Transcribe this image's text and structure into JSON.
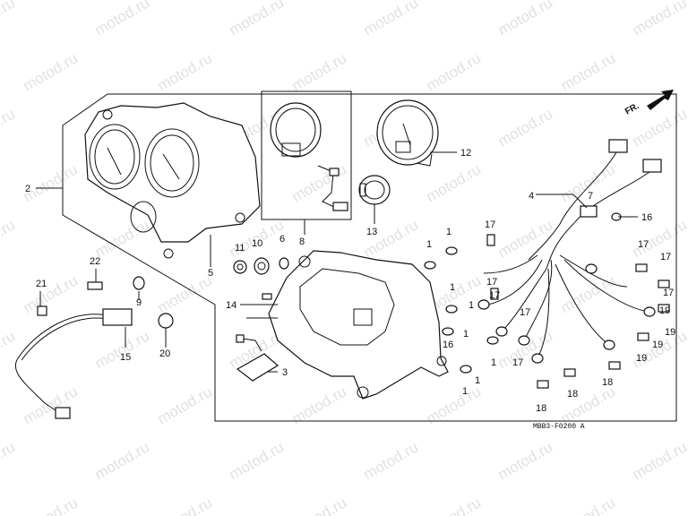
{
  "watermark": "motod.ru",
  "diagram_code": "MBB3-F0200 A",
  "direction_label": "FR.",
  "callouts": {
    "c1": "1",
    "c2": "2",
    "c3": "3",
    "c4": "4",
    "c5": "5",
    "c6": "6",
    "c7": "7",
    "c8": "8",
    "c9": "9",
    "c10": "10",
    "c11": "11",
    "c12": "12",
    "c13": "13",
    "c14": "14",
    "c15": "15",
    "c16": "16",
    "c17": "17",
    "c18": "18",
    "c19": "19",
    "c20": "20",
    "c21": "21",
    "c22": "22"
  },
  "colors": {
    "line": "#111111",
    "watermark": "#c9c9c9",
    "background": "#ffffff"
  }
}
